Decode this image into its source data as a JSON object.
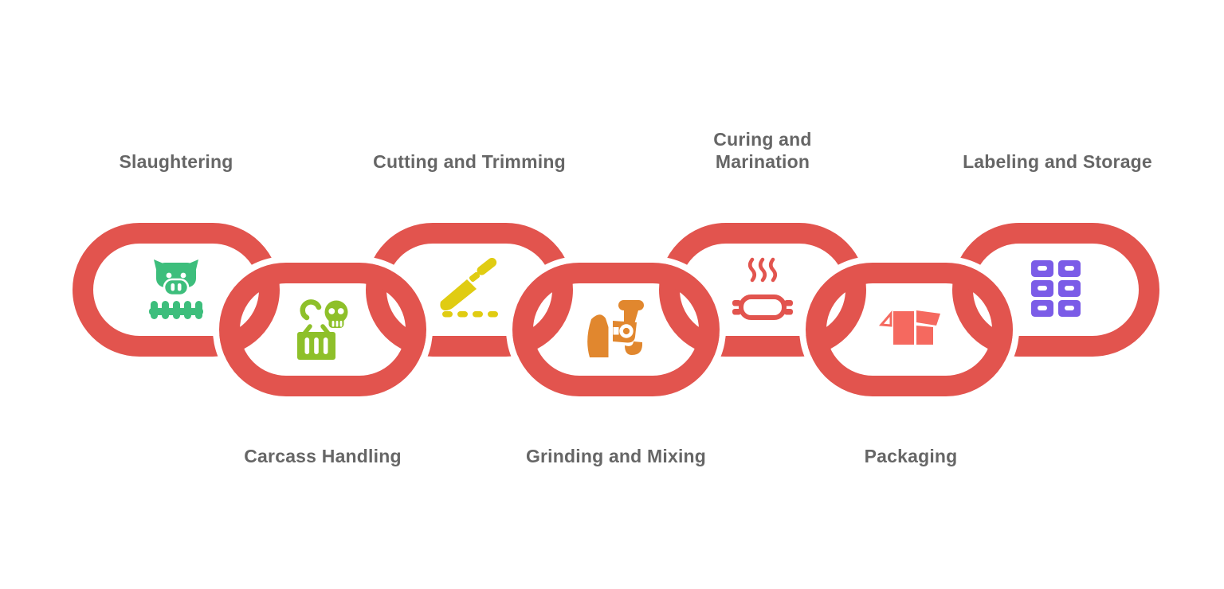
{
  "canvas": {
    "background": "#ffffff"
  },
  "chain": {
    "color": "#e2544e",
    "outline_color": "#ffffff"
  },
  "labels": {
    "color": "#666666"
  },
  "steps": [
    {
      "label": "Slaughtering",
      "label_position": "top",
      "icon": "cow-fence-icon",
      "icon_color": "#3dbe7c"
    },
    {
      "label": "Carcass Handling",
      "label_position": "bottom",
      "icon": "hook-skull-crate-icon",
      "icon_color": "#8ec02a"
    },
    {
      "label": "Cutting and Trimming",
      "label_position": "top",
      "icon": "knife-icon",
      "icon_color": "#e0cc12"
    },
    {
      "label": "Grinding and Mixing",
      "label_position": "bottom",
      "icon": "meat-grinder-icon",
      "icon_color": "#e1872e"
    },
    {
      "label": "Curing and Marination",
      "label_position": "top",
      "icon": "steaming-dish-icon",
      "icon_color": "#e2544e"
    },
    {
      "label": "Packaging",
      "label_position": "bottom",
      "icon": "open-box-icon",
      "icon_color": "#f5695f"
    },
    {
      "label": "Labeling and Storage",
      "label_position": "top",
      "icon": "storage-drawers-icon",
      "icon_color": "#7b5ce7"
    }
  ]
}
